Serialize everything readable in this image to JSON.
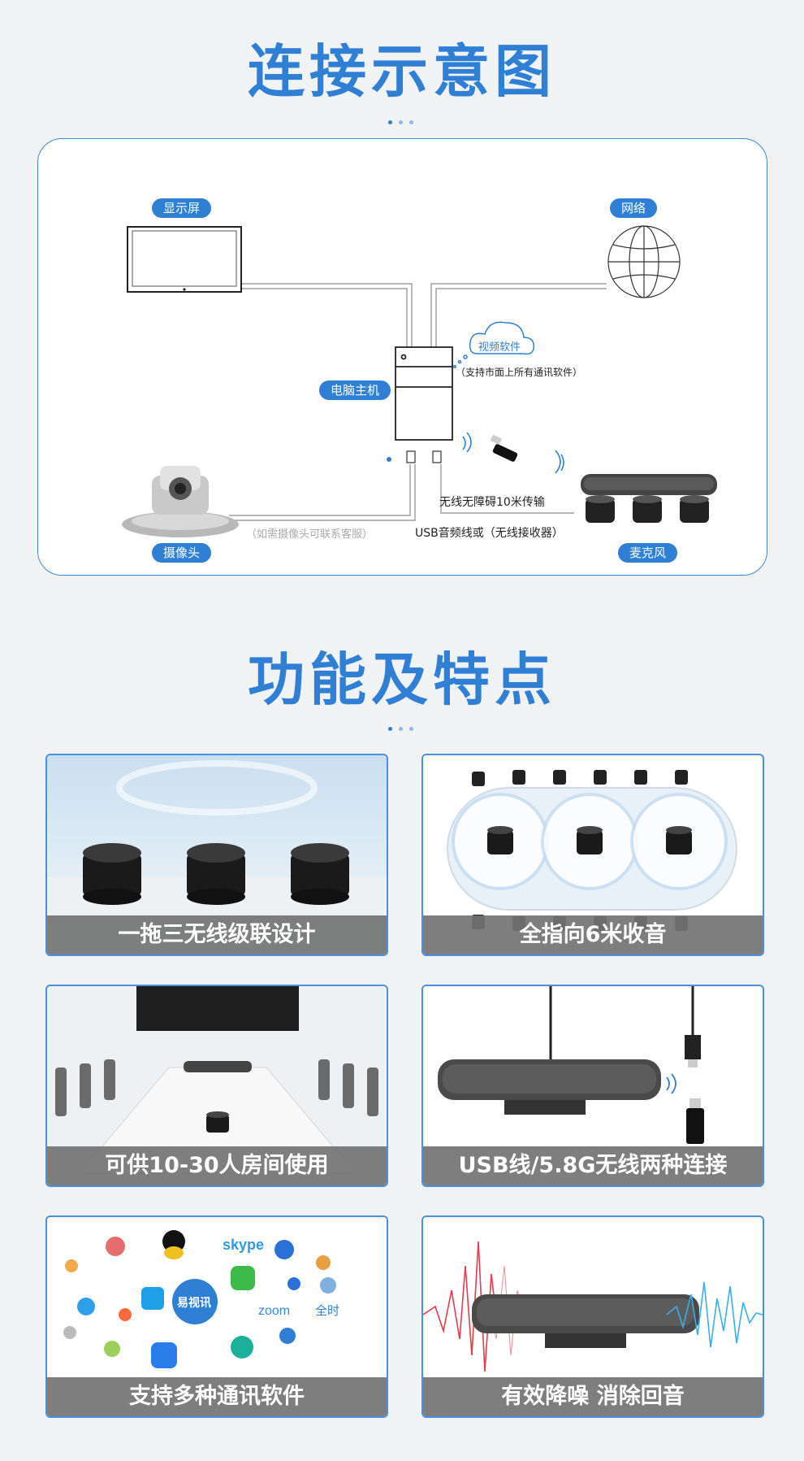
{
  "section1": {
    "title": "连接示意图"
  },
  "diagram": {
    "monitor_label": "显示屏",
    "network_label": "网络",
    "pc_label": "电脑主机",
    "camera_label": "摄像头",
    "mic_label": "麦克风",
    "cloud_label": "视频软件",
    "software_note": "（支持市面上所有通讯软件）",
    "camera_note": "（如需摄像头可联系客服）",
    "wireless_note": "无线无障碍10米传输",
    "usb_note": "USB音频线或（无线接收器）"
  },
  "section2": {
    "title": "功能及特点"
  },
  "features": [
    {
      "caption": "一拖三无线级联设计"
    },
    {
      "caption": "全指向6米收音"
    },
    {
      "caption": "可供10-30人房间使用"
    },
    {
      "caption": "USB线/5.8G无线两种连接"
    },
    {
      "caption": "支持多种通讯软件"
    },
    {
      "caption": "有效降噪 消除回音"
    }
  ],
  "software_logos": {
    "skype": "skype",
    "zoom": "zoom",
    "yishixun": "易视讯",
    "quanshi": "全时"
  },
  "colors": {
    "accent": "#2f7fd4",
    "caption_bg": "#737373",
    "border": "#4a8ee0"
  }
}
